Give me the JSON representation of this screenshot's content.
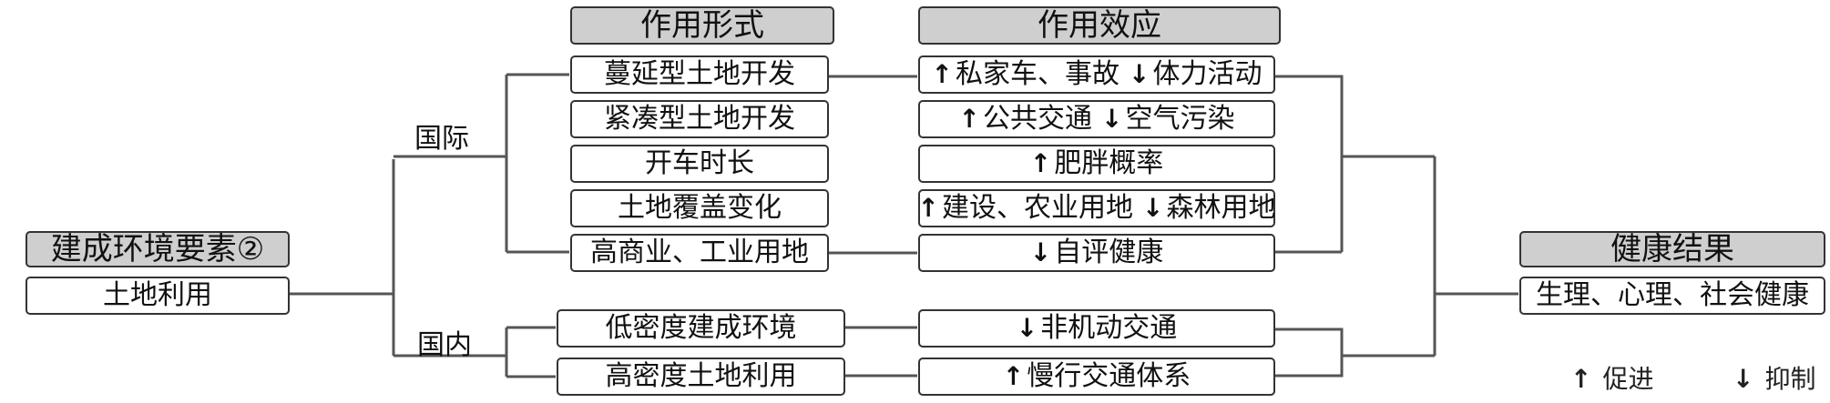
{
  "left": {
    "header": "建成环境要素②",
    "item": "土地利用"
  },
  "branches": {
    "international": "国际",
    "domestic": "国内"
  },
  "columns": {
    "forms_header": "作用形式",
    "effects_header": "作用效应"
  },
  "forms": {
    "international": [
      "蔓延型土地开发",
      "紧凑型土地开发",
      "开车时长",
      "土地覆盖变化",
      "高商业、工业用地"
    ],
    "domestic": [
      "低密度建成环境",
      "高密度土地利用"
    ]
  },
  "effects": {
    "international": [
      [
        {
          "arrow": "up",
          "text": "私家车、事故"
        },
        {
          "arrow": "down",
          "text": "体力活动"
        }
      ],
      [
        {
          "arrow": "up",
          "text": "公共交通"
        },
        {
          "arrow": "down",
          "text": "空气污染"
        }
      ],
      [
        {
          "arrow": "up",
          "text": "肥胖概率"
        }
      ],
      [
        {
          "arrow": "up",
          "text": "建设、农业用地"
        },
        {
          "arrow": "down",
          "text": "森林用地"
        }
      ],
      [
        {
          "arrow": "down",
          "text": "自评健康"
        }
      ]
    ],
    "domestic": [
      [
        {
          "arrow": "down",
          "text": "非机动交通"
        }
      ],
      [
        {
          "arrow": "up",
          "text": "慢行交通体系"
        }
      ]
    ]
  },
  "right": {
    "header": "健康结果",
    "item": "生理、心理、社会健康"
  },
  "legend": {
    "promote_symbol": "↑",
    "promote": "促进",
    "inhibit_symbol": "↓",
    "inhibit": "抑制"
  },
  "colors": {
    "header_fill": "#cfcfcf",
    "line": "#555555",
    "border": "#333333"
  }
}
